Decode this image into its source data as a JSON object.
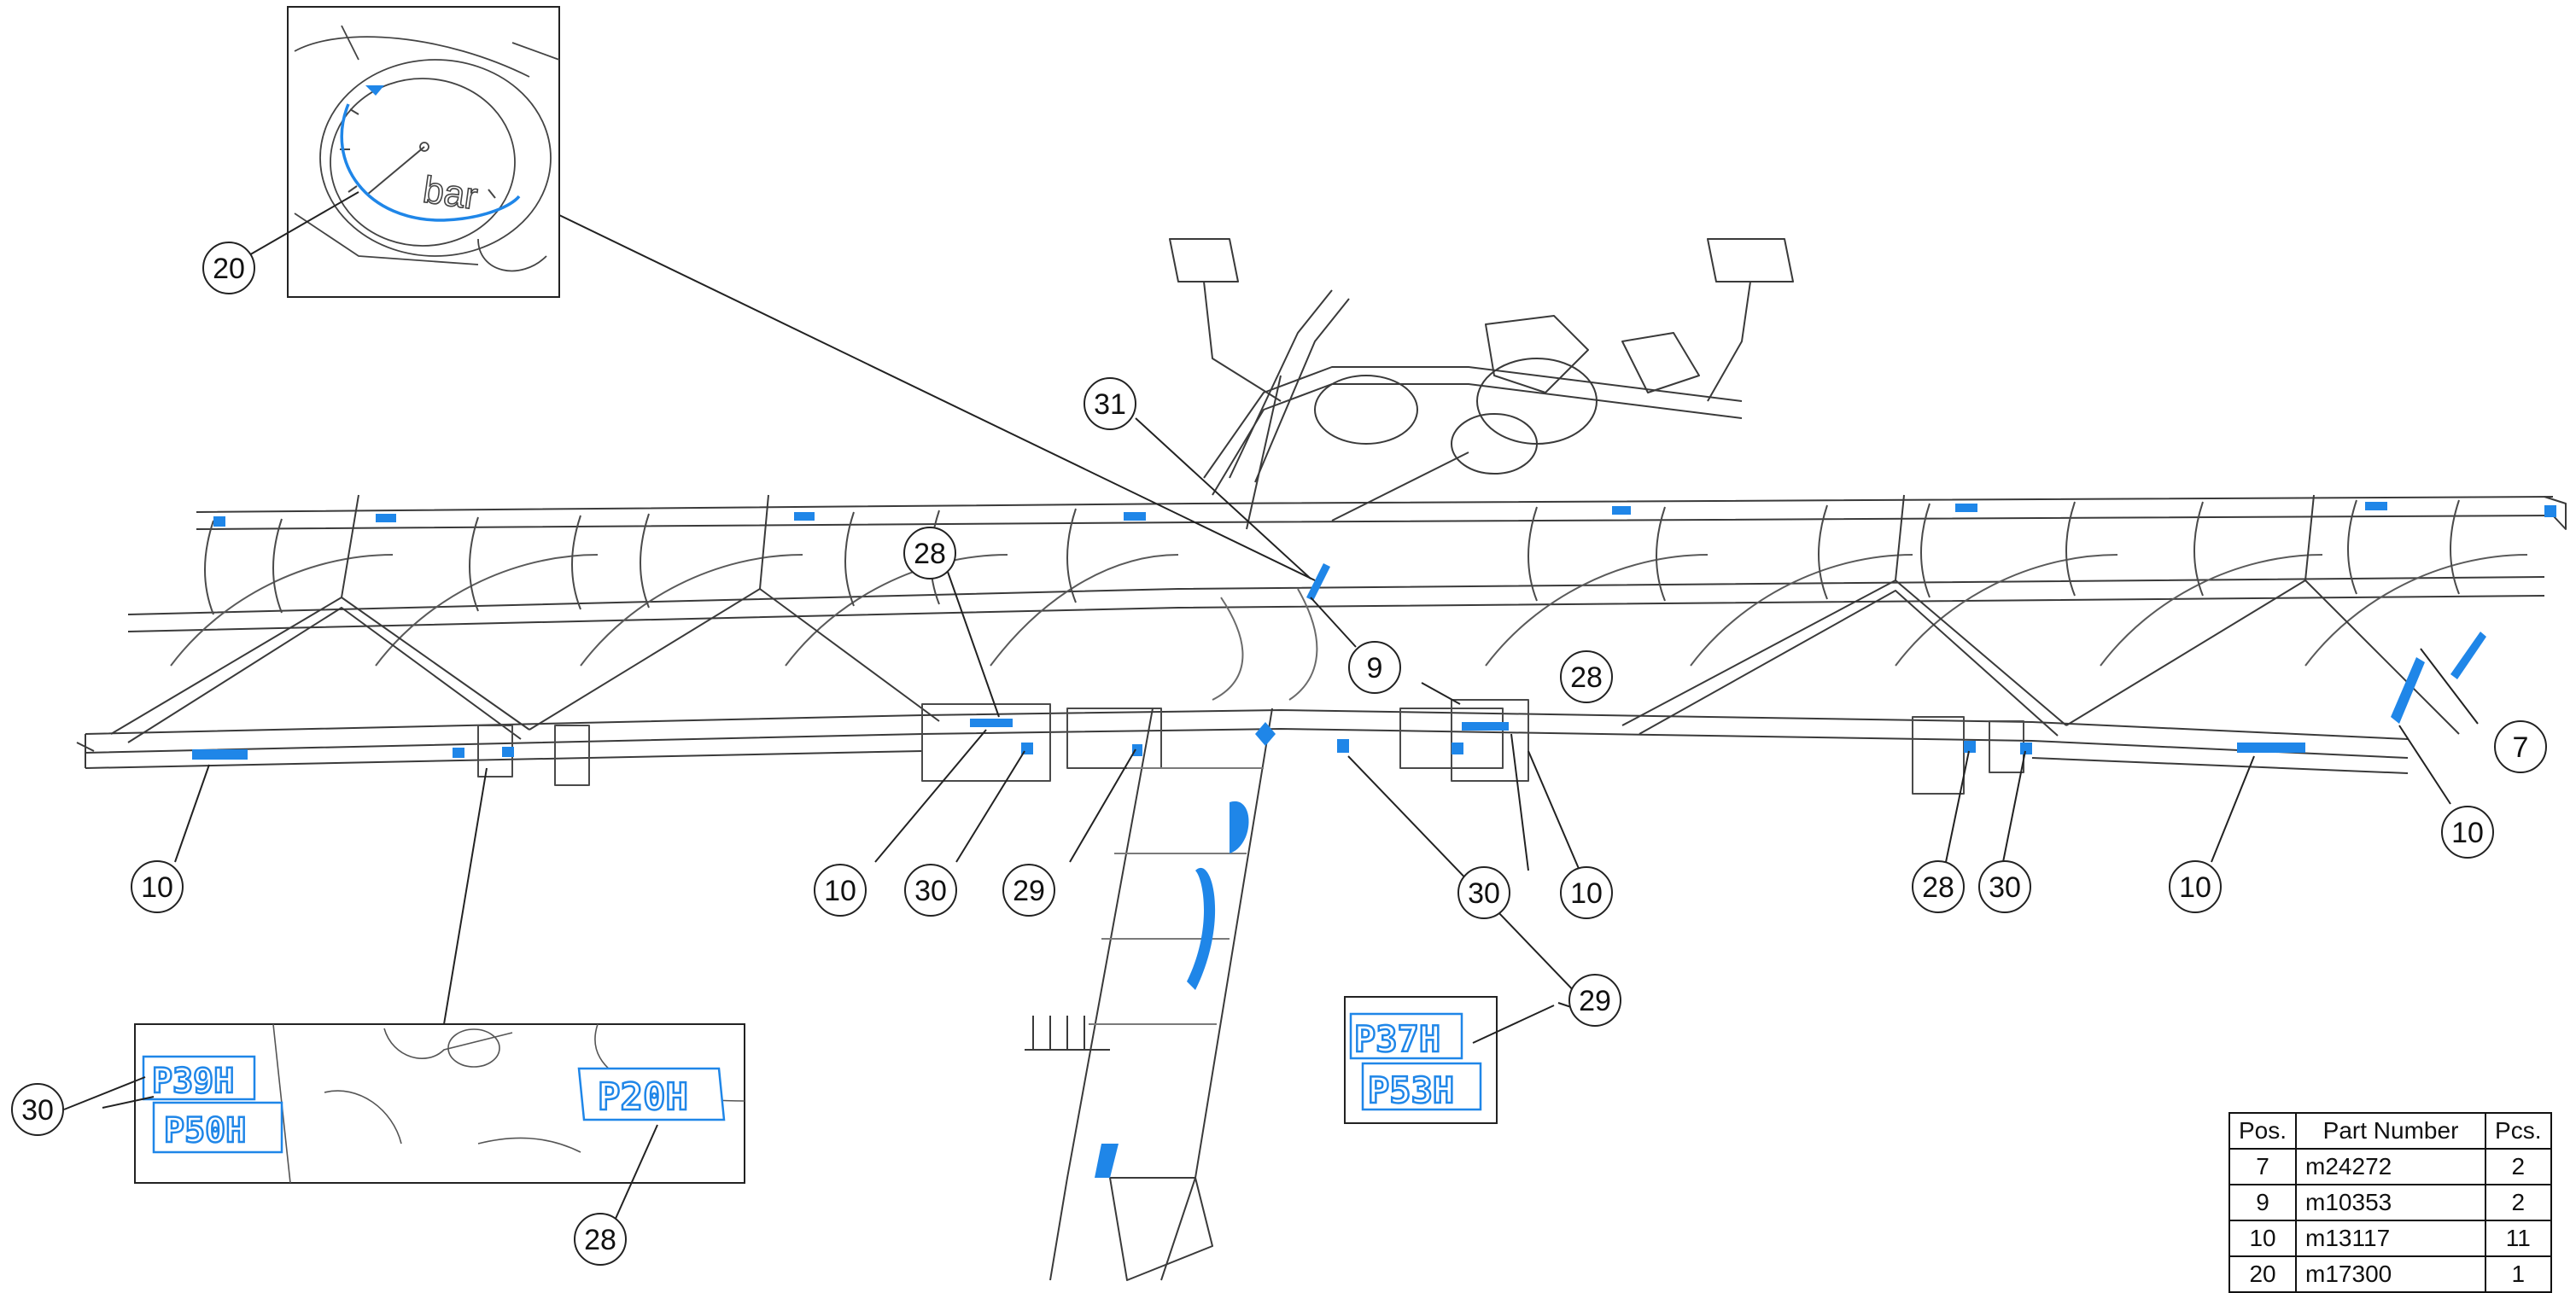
{
  "callouts": {
    "c20_inset": "20",
    "c31": "31",
    "c28_left": "28",
    "c9": "9",
    "c28_right": "28",
    "c7": "7",
    "c10_a": "10",
    "c10_b": "10",
    "c30_a": "30",
    "c29_a": "29",
    "c30_b": "30",
    "c10_c": "10",
    "c28_c": "28",
    "c30_c": "30",
    "c10_d": "10",
    "c10_e": "10",
    "c29_inset": "29",
    "c30_inset": "30",
    "c28_inset": "28"
  },
  "insets": {
    "gauge_unit": "bar",
    "decal_p39h": "P39H",
    "decal_p50h": "P50H",
    "decal_p20h": "P20H",
    "decal_p37h": "P37H",
    "decal_p53h": "P53H"
  },
  "parts_table": {
    "headers": {
      "pos": "Pos.",
      "part_number": "Part Number",
      "pcs": "Pcs."
    },
    "rows": [
      {
        "pos": "7",
        "part_number": "m24272",
        "pcs": "2"
      },
      {
        "pos": "9",
        "part_number": "m10353",
        "pcs": "2"
      },
      {
        "pos": "10",
        "part_number": "m13117",
        "pcs": "11"
      },
      {
        "pos": "20",
        "part_number": "m17300",
        "pcs": "1"
      }
    ]
  },
  "colors": {
    "line": "#3a3a3a",
    "decal_blue": "#1f86e8",
    "background": "#ffffff"
  }
}
